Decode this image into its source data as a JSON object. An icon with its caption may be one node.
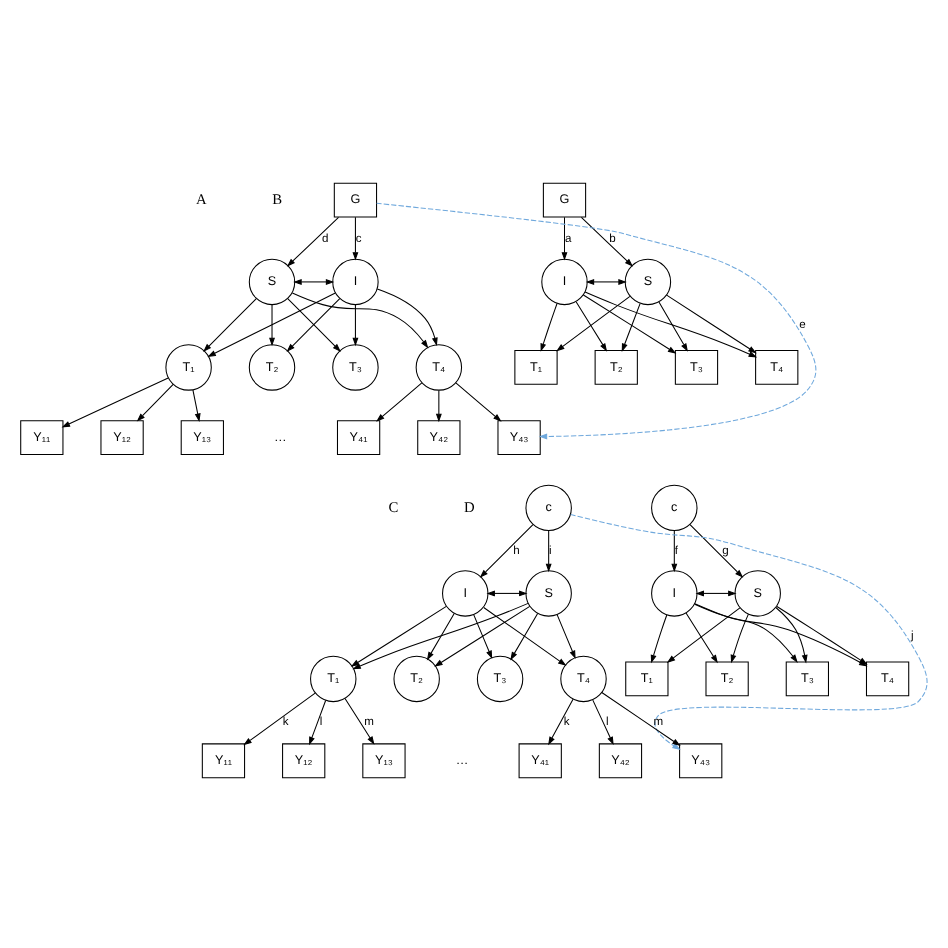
{
  "diagram": {
    "nodes": [
      {
        "text": [
          "G"
        ]
      },
      {
        "text": [
          "I"
        ]
      },
      {
        "text": [
          "S"
        ]
      },
      {
        "text": [
          "T₁"
        ]
      },
      {
        "text": [
          "T₂"
        ]
      },
      {
        "text": [
          "T₃"
        ]
      },
      {
        "text": [
          "T₄"
        ]
      },
      {
        "text": [
          "G"
        ]
      },
      {
        "text": [
          "I"
        ]
      },
      {
        "text": [
          "S"
        ]
      },
      {
        "text": [
          "T₁"
        ]
      },
      {
        "text": [
          "T₂"
        ]
      },
      {
        "text": [
          "T₃"
        ]
      },
      {
        "text": [
          "T₄"
        ]
      },
      {
        "text": [
          "Y₁₁"
        ]
      },
      {
        "text": [
          "Y₁₂"
        ]
      },
      {
        "text": [
          "Y₁₃"
        ]
      },
      {
        "text": [
          "Y₄₁"
        ]
      },
      {
        "text": [
          "Y₄₂"
        ]
      },
      {
        "text": [
          "Y₄₃"
        ]
      },
      {
        "text": [
          "c"
        ]
      },
      {
        "text": [
          "I"
        ]
      },
      {
        "text": [
          "S"
        ]
      },
      {
        "text": [
          "T₁"
        ]
      },
      {
        "text": [
          "T₂"
        ]
      },
      {
        "text": [
          "T₃"
        ]
      },
      {
        "text": [
          "T₄"
        ]
      },
      {
        "text": [
          "c"
        ]
      },
      {
        "text": [
          "I"
        ]
      },
      {
        "text": [
          "S"
        ]
      },
      {
        "text": [
          "T₁"
        ]
      },
      {
        "text": [
          "T₂"
        ]
      },
      {
        "text": [
          "T₃"
        ]
      },
      {
        "text": [
          "T₄"
        ]
      },
      {
        "text": [
          "Y₁₁"
        ]
      },
      {
        "text": [
          "Y₁₂"
        ]
      },
      {
        "text": [
          "Y₁₃"
        ]
      },
      {
        "text": [
          "Y₄₁"
        ]
      },
      {
        "text": [
          "Y₄₂"
        ]
      },
      {
        "text": [
          "Y₄₃"
        ]
      }
    ],
    "edges": [
      {
        "from": 0,
        "to": 1,
        "arrow": "to",
        "label": "a"
      },
      {
        "from": 0,
        "to": 2,
        "arrow": "to",
        "label": "b"
      },
      {
        "from": 1,
        "to": 2,
        "arrow": "both"
      },
      {
        "from": 1,
        "to": 3,
        "arrow": "to"
      },
      {
        "from": 1,
        "to": 4,
        "arrow": "to"
      },
      {
        "from": 1,
        "to": 5,
        "arrow": "to"
      },
      {
        "from": 1,
        "to": 6,
        "arrow": "to"
      },
      {
        "from": 2,
        "to": 3,
        "arrow": "to"
      },
      {
        "from": 2,
        "to": 4,
        "arrow": "to"
      },
      {
        "from": 2,
        "to": 5,
        "arrow": "to"
      },
      {
        "from": 2,
        "to": 6,
        "arrow": "to"
      },
      {
        "from": 7,
        "to": 8,
        "arrow": "to",
        "label": "c"
      },
      {
        "from": 7,
        "to": 9,
        "arrow": "to",
        "label": "d"
      },
      {
        "from": 8,
        "to": 9,
        "arrow": "both"
      },
      {
        "from": 8,
        "to": 10,
        "arrow": "to"
      },
      {
        "from": 8,
        "to": 11,
        "arrow": "to"
      },
      {
        "from": 8,
        "to": 12,
        "arrow": "to"
      },
      {
        "from": 8,
        "to": 13,
        "arrow": "to"
      },
      {
        "from": 9,
        "to": 10,
        "arrow": "to"
      },
      {
        "from": 9,
        "to": 11,
        "arrow": "to"
      },
      {
        "from": 9,
        "to": 12,
        "arrow": "to"
      },
      {
        "from": 9,
        "to": 13,
        "arrow": "to"
      },
      {
        "from": 10,
        "to": 14,
        "arrow": "to"
      },
      {
        "from": 10,
        "to": 15,
        "arrow": "to"
      },
      {
        "from": 10,
        "to": 16,
        "arrow": "to"
      },
      {
        "from": 13,
        "to": 17,
        "arrow": "to"
      },
      {
        "from": 13,
        "to": 18,
        "arrow": "to"
      },
      {
        "from": 13,
        "to": 19,
        "arrow": "to"
      },
      {
        "from": 7,
        "to": 19,
        "arrow": "to",
        "label": "e",
        "style": "dashed",
        "color": "#6fa8dc"
      },
      {
        "from": 20,
        "to": 21,
        "arrow": "to",
        "label": "f"
      },
      {
        "from": 20,
        "to": 22,
        "arrow": "to",
        "label": "g"
      },
      {
        "from": 21,
        "to": 22,
        "arrow": "both"
      },
      {
        "from": 21,
        "to": 23,
        "arrow": "to"
      },
      {
        "from": 21,
        "to": 24,
        "arrow": "to"
      },
      {
        "from": 21,
        "to": 25,
        "arrow": "to"
      },
      {
        "from": 21,
        "to": 26,
        "arrow": "to"
      },
      {
        "from": 22,
        "to": 23,
        "arrow": "to"
      },
      {
        "from": 22,
        "to": 24,
        "arrow": "to"
      },
      {
        "from": 22,
        "to": 25,
        "arrow": "to"
      },
      {
        "from": 22,
        "to": 26,
        "arrow": "to"
      },
      {
        "from": 27,
        "to": 28,
        "arrow": "to",
        "label": "h"
      },
      {
        "from": 27,
        "to": 29,
        "arrow": "to",
        "label": "i"
      },
      {
        "from": 28,
        "to": 29,
        "arrow": "both"
      },
      {
        "from": 28,
        "to": 30,
        "arrow": "to"
      },
      {
        "from": 28,
        "to": 31,
        "arrow": "to"
      },
      {
        "from": 28,
        "to": 32,
        "arrow": "to"
      },
      {
        "from": 28,
        "to": 33,
        "arrow": "to"
      },
      {
        "from": 29,
        "to": 30,
        "arrow": "to"
      },
      {
        "from": 29,
        "to": 31,
        "arrow": "to"
      },
      {
        "from": 29,
        "to": 32,
        "arrow": "to"
      },
      {
        "from": 29,
        "to": 33,
        "arrow": "to"
      },
      {
        "from": 30,
        "to": 34,
        "arrow": "to",
        "label": "k"
      },
      {
        "from": 30,
        "to": 35,
        "arrow": "to",
        "label": "l"
      },
      {
        "from": 30,
        "to": 36,
        "arrow": "to",
        "label": "m"
      },
      {
        "from": 33,
        "to": 37,
        "arrow": "to",
        "label": "k"
      },
      {
        "from": 33,
        "to": 38,
        "arrow": "to",
        "label": "l"
      },
      {
        "from": 33,
        "to": 39,
        "arrow": "to",
        "label": "m"
      },
      {
        "from": 27,
        "to": 39,
        "arrow": "to",
        "label": "j",
        "style": "dashed",
        "color": "#6fa8dc"
      }
    ],
    "labels": [
      "A",
      "B",
      "…",
      "C",
      "D",
      "…"
    ]
  }
}
